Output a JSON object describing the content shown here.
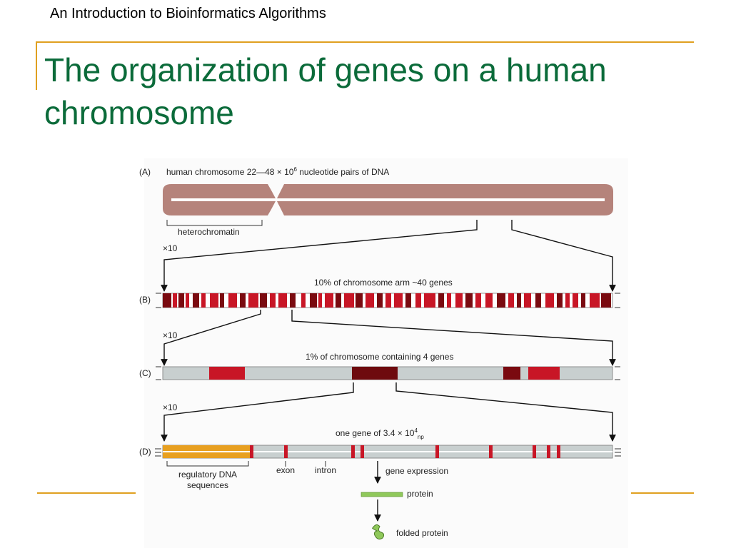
{
  "header": {
    "course": "An Introduction to Bioinformatics Algorithms"
  },
  "slide": {
    "title": "The organization of genes on a human chromosome"
  },
  "figure": {
    "panel_a": {
      "letter": "(A)",
      "caption": "human chromosome 22—48 × 10",
      "caption_sup": "6",
      "caption_tail": " nucleotide pairs of DNA",
      "bracket_label": "heterochromatin"
    },
    "zoom_1": "×10",
    "panel_b": {
      "letter": "(B)",
      "caption": "10% of chromosome arm ~40 genes"
    },
    "zoom_2": "×10",
    "panel_c": {
      "letter": "(C)",
      "caption": "1% of chromosome containing 4 genes"
    },
    "zoom_3": "×10",
    "panel_d": {
      "letter": "(D)",
      "caption": "one gene of 3.4 × 10",
      "caption_sup": "4",
      "caption_sub": "np",
      "regulatory_line1": "regulatory DNA",
      "regulatory_line2": "sequences",
      "exon": "exon",
      "intron": "intron",
      "gene_expression": "gene expression",
      "protein": "protein",
      "folded_protein": "folded protein"
    },
    "colors": {
      "chromosome": "#b5837b",
      "gene_dark": "#7a0a10",
      "gene_red": "#c81626",
      "gray_band": "#c8cfcf",
      "regulatory": "#e8a020",
      "protein": "#8fc85a"
    }
  }
}
